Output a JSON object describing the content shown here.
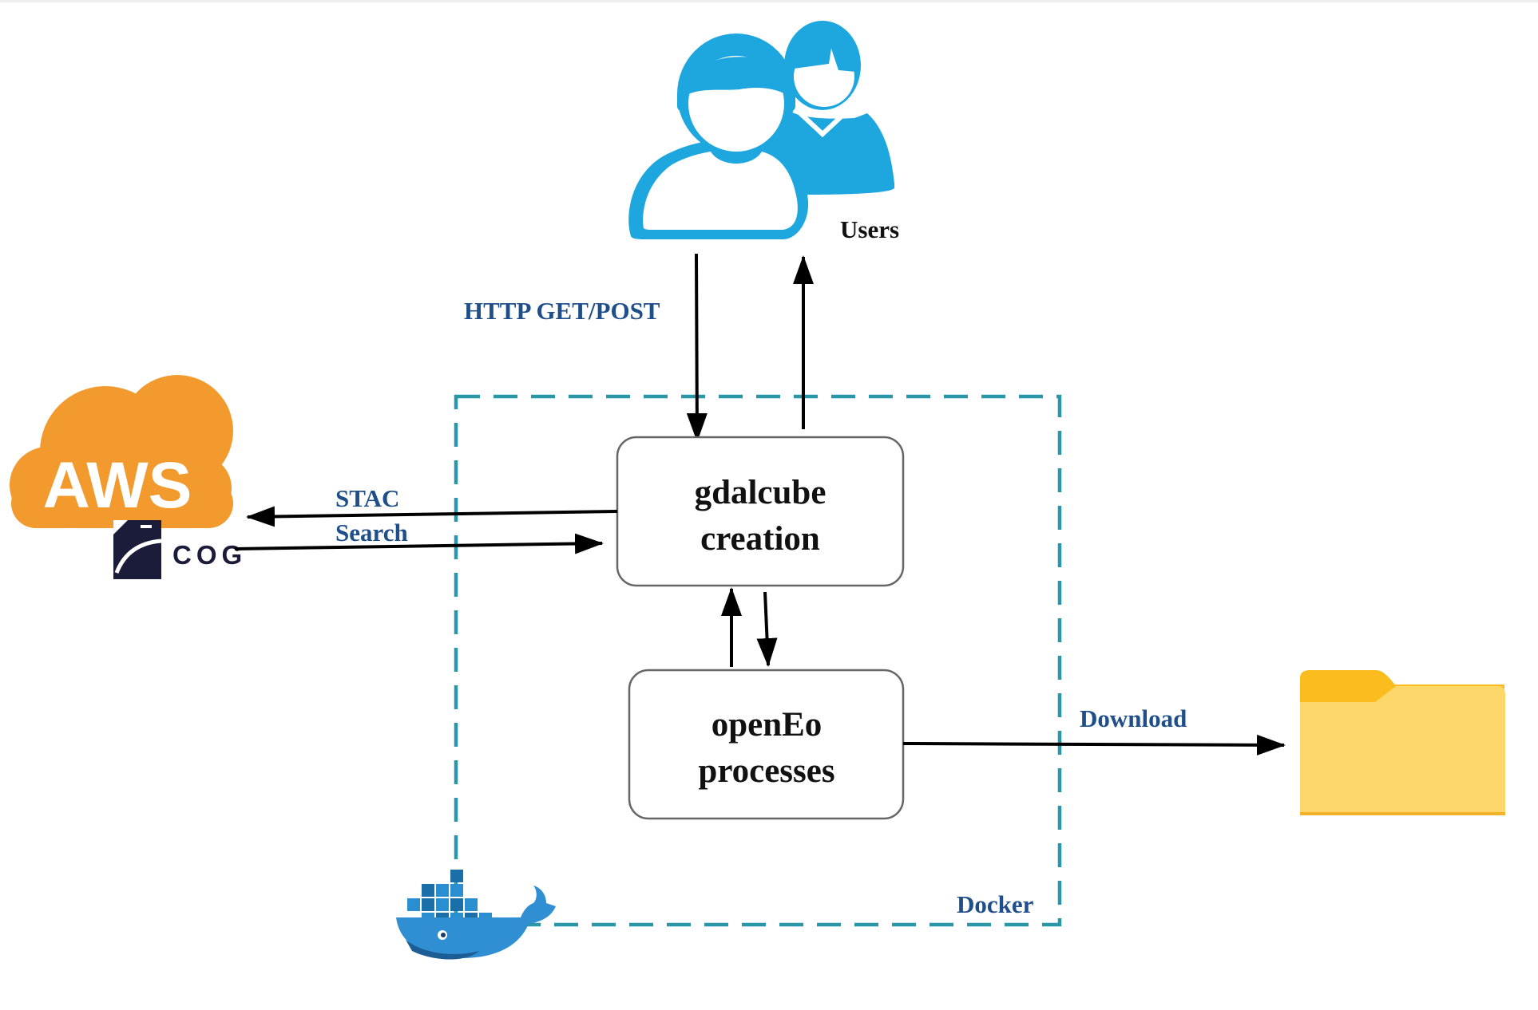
{
  "labels": {
    "users": "Users",
    "http": "HTTP GET/POST",
    "stac_line1": "STAC",
    "stac_line2": "Search",
    "download": "Download",
    "docker": "Docker"
  },
  "boxes": {
    "gdalcube": {
      "line1": "gdalcube",
      "line2": "creation"
    },
    "openeo": {
      "line1": "openEo",
      "line2": "processes"
    }
  },
  "logos": {
    "aws": "AWS",
    "cog": "COG"
  },
  "icons": [
    "users-icon",
    "aws-cloud-icon",
    "cog-logo-icon",
    "docker-whale-icon",
    "folder-icon"
  ],
  "colors": {
    "users_blue": "#1ea7df",
    "aws_orange": "#f29a2e",
    "docker_dash": "#2a97a8",
    "label_blue": "#1f4f8a",
    "folder_yellow": "#fdd76a",
    "folder_tab": "#fbbd1e"
  }
}
